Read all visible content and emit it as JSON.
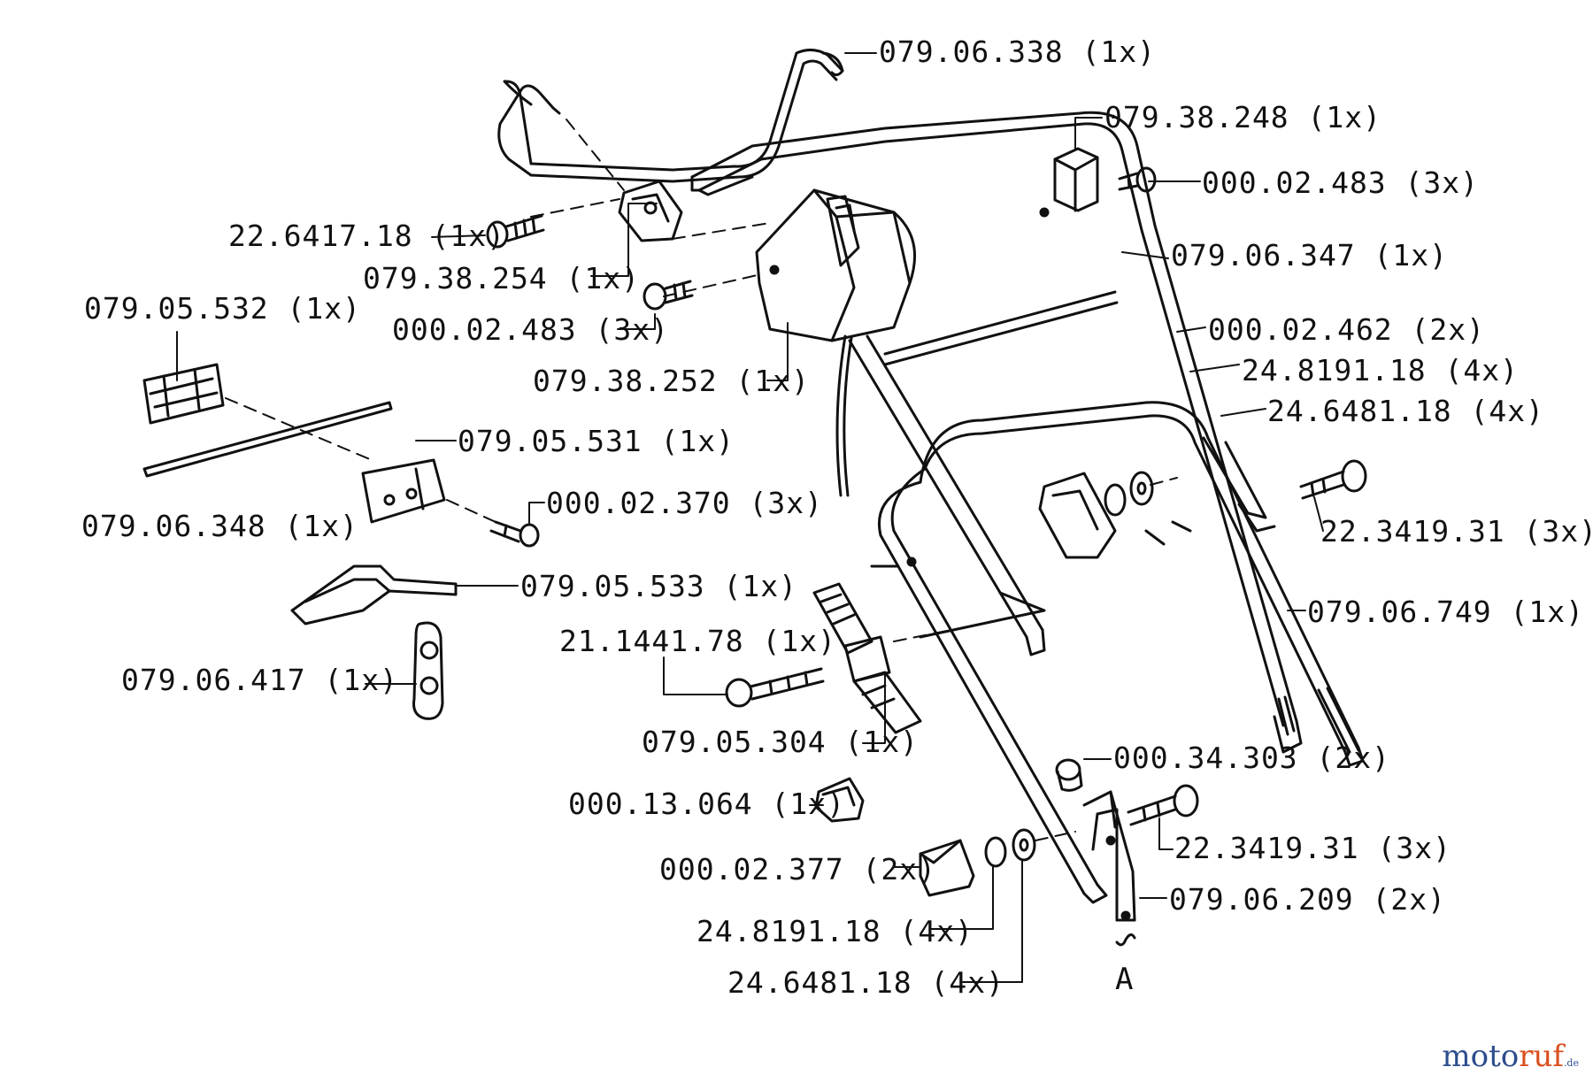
{
  "labels": {
    "p1": "079.06.338 (1x)",
    "p2": "079.38.248 (1x)",
    "p3": "000.02.483 (3x)",
    "p4": "079.06.347 (1x)",
    "p5": "22.6417.18 (1x)",
    "p6": "079.38.254 (1x)",
    "p7": "079.05.532 (1x)",
    "p8": "000.02.483 (3x)",
    "p9": "000.02.462 (2x)",
    "p10": "24.8191.18 (4x)",
    "p11": "079.38.252 (1x)",
    "p12": "24.6481.18 (4x)",
    "p13": "079.05.531 (1x)",
    "p14": "000.02.370 (3x)",
    "p15": "22.3419.31 (3x)",
    "p16": "079.06.348 (1x)",
    "p17": "079.05.533 (1x)",
    "p18": "079.06.749 (1x)",
    "p19": "21.1441.78 (1x)",
    "p20": "079.06.417 (1x)",
    "p21": "079.05.304 (1x)",
    "p22": "000.34.303 (2x)",
    "p23": "000.13.064 (1x)",
    "p24": "22.3419.31 (3x)",
    "p25": "000.02.377 (2x)",
    "p26": "079.06.209 (2x)",
    "p27": "24.8191.18 (4x)",
    "p28": "24.6481.18 (4x)",
    "ref_a": "A"
  },
  "watermark": {
    "part1": "moto",
    "part2": "ruf",
    "part3": ".de"
  }
}
